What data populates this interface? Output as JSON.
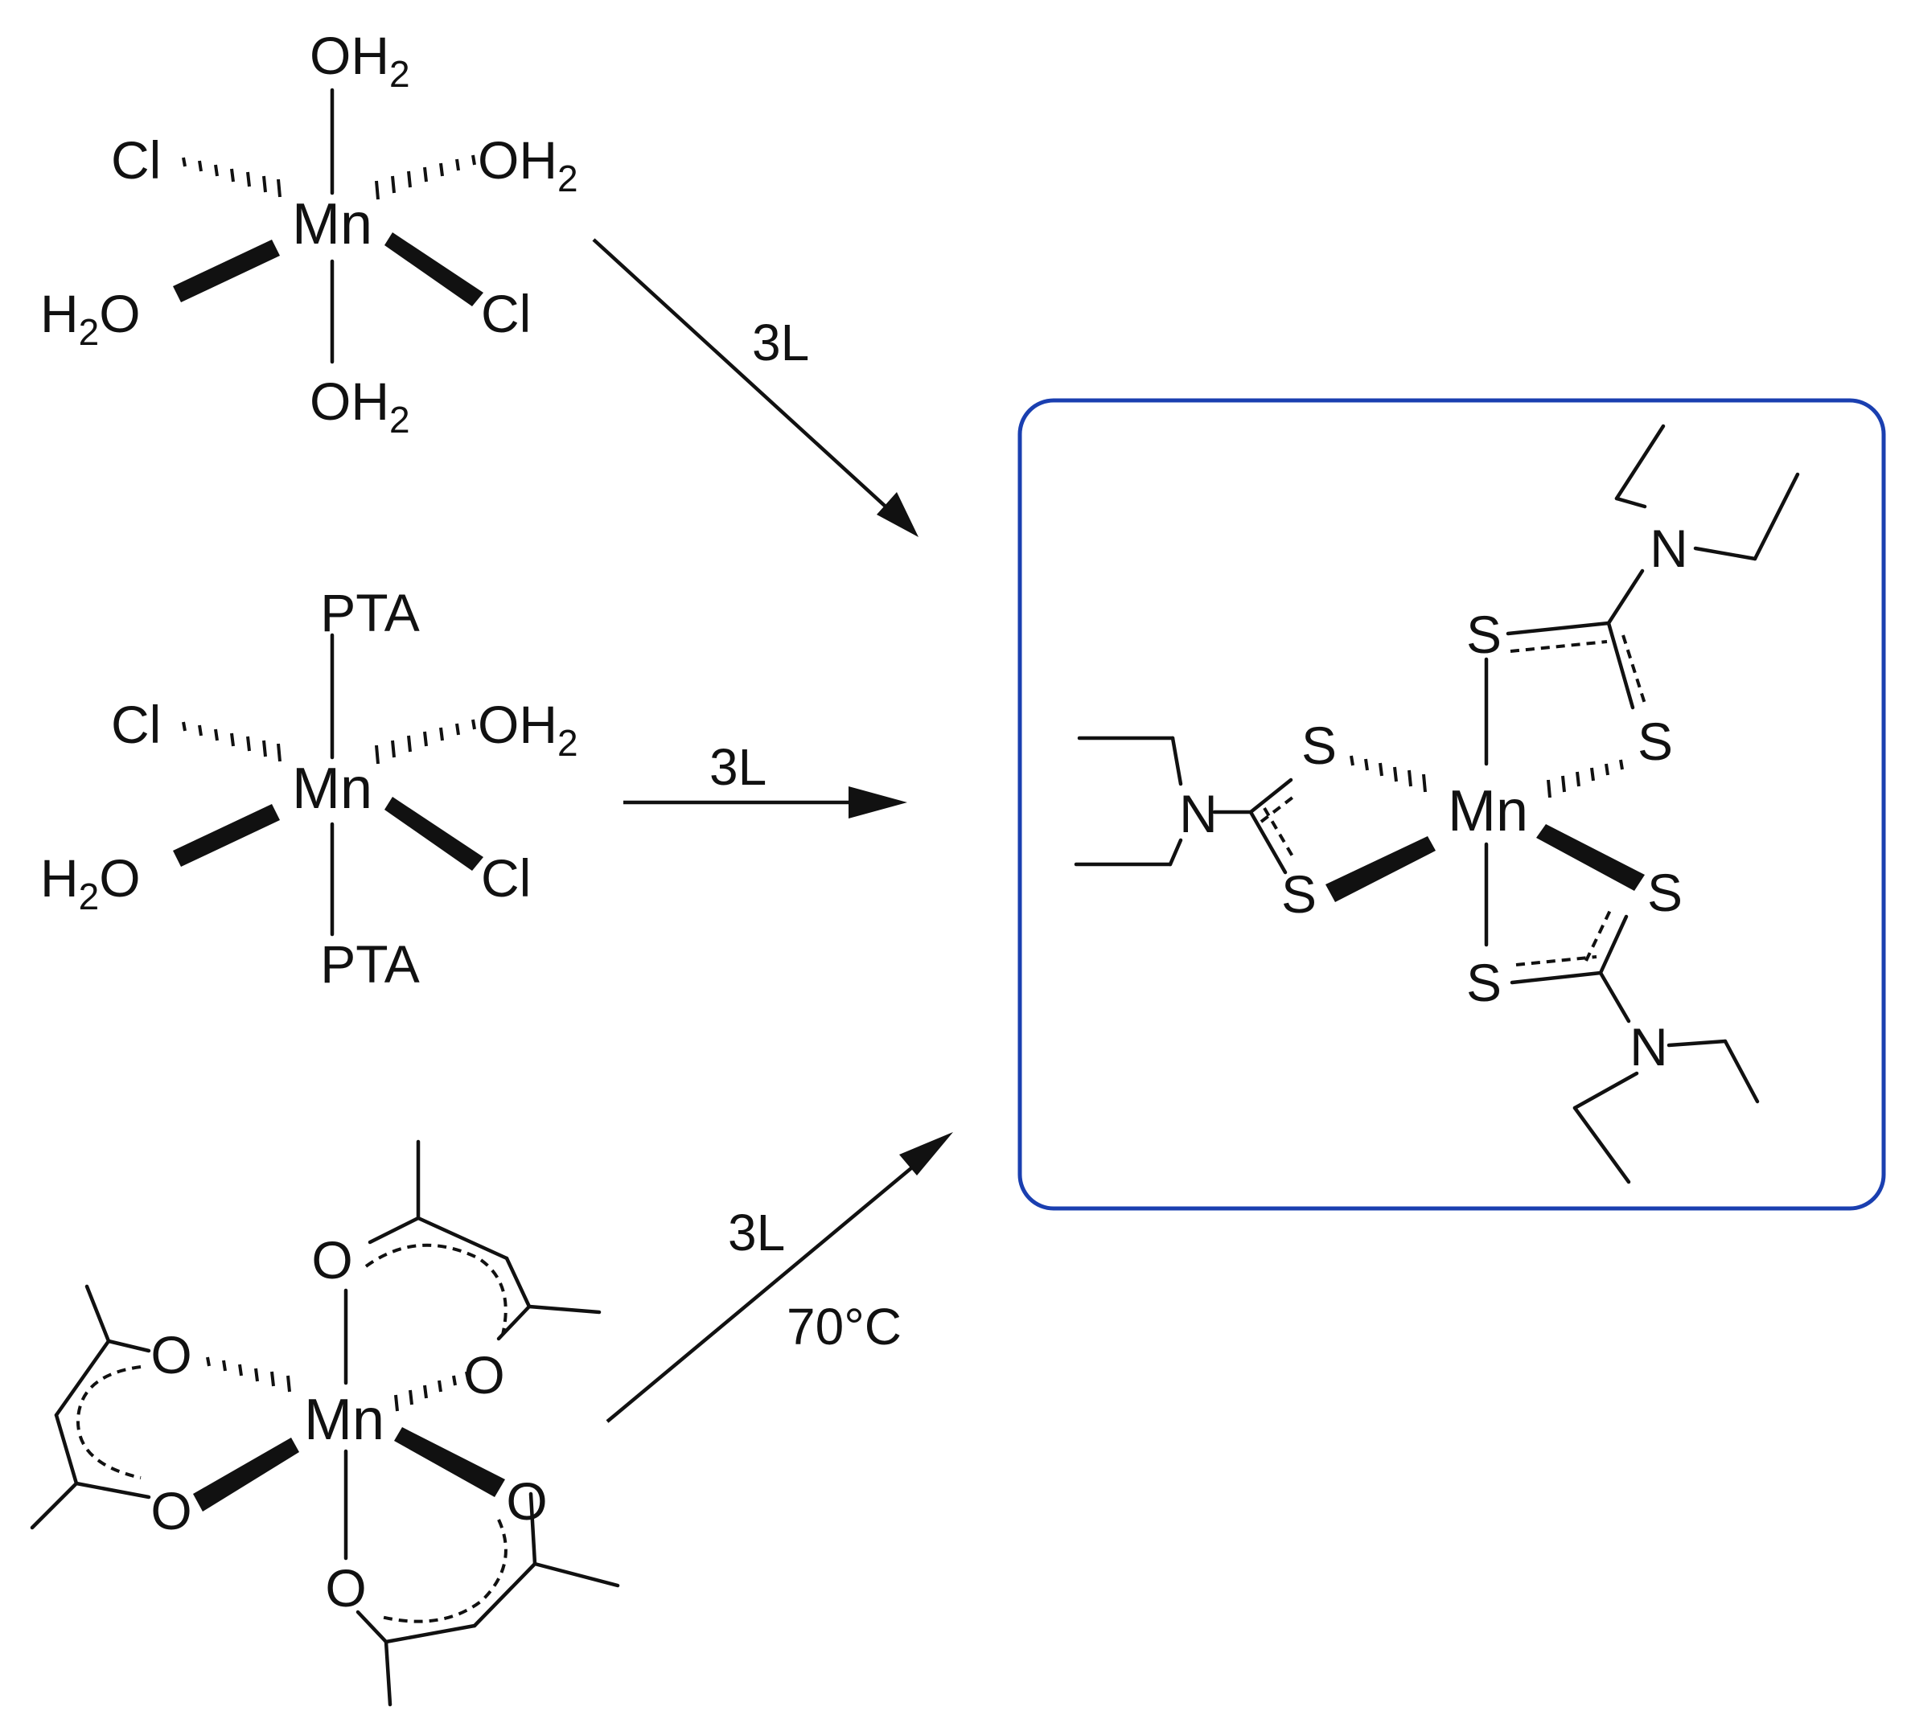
{
  "reactant_aqua": {
    "metal": "Mn",
    "ligand_top": "OH",
    "ligand_top_sub": "2",
    "ligand_bottom": "OH",
    "ligand_bottom_sub": "2",
    "ligand_upper_left": "Cl",
    "ligand_upper_right": "OH",
    "ligand_upper_right_sub": "2",
    "ligand_lower_left_h": "H",
    "ligand_lower_left_sub": "2",
    "ligand_lower_left_o": "O",
    "ligand_lower_right": "Cl"
  },
  "reactant_pta": {
    "metal": "Mn",
    "ligand_top": "PTA",
    "ligand_bottom": "PTA",
    "ligand_upper_left": "Cl",
    "ligand_upper_right": "OH",
    "ligand_upper_right_sub": "2",
    "ligand_lower_left_h": "H",
    "ligand_lower_left_sub": "2",
    "ligand_lower_left_o": "O",
    "ligand_lower_right": "Cl"
  },
  "reactant_acac": {
    "metal": "Mn",
    "oxygen": "O"
  },
  "arrows": {
    "top_label": "3L",
    "middle_label": "3L",
    "bottom_label": "3L",
    "bottom_condition": "70°C"
  },
  "product": {
    "metal": "Mn",
    "sulfur": "S",
    "nitrogen": "N",
    "box_color": "#1a3fb0"
  }
}
